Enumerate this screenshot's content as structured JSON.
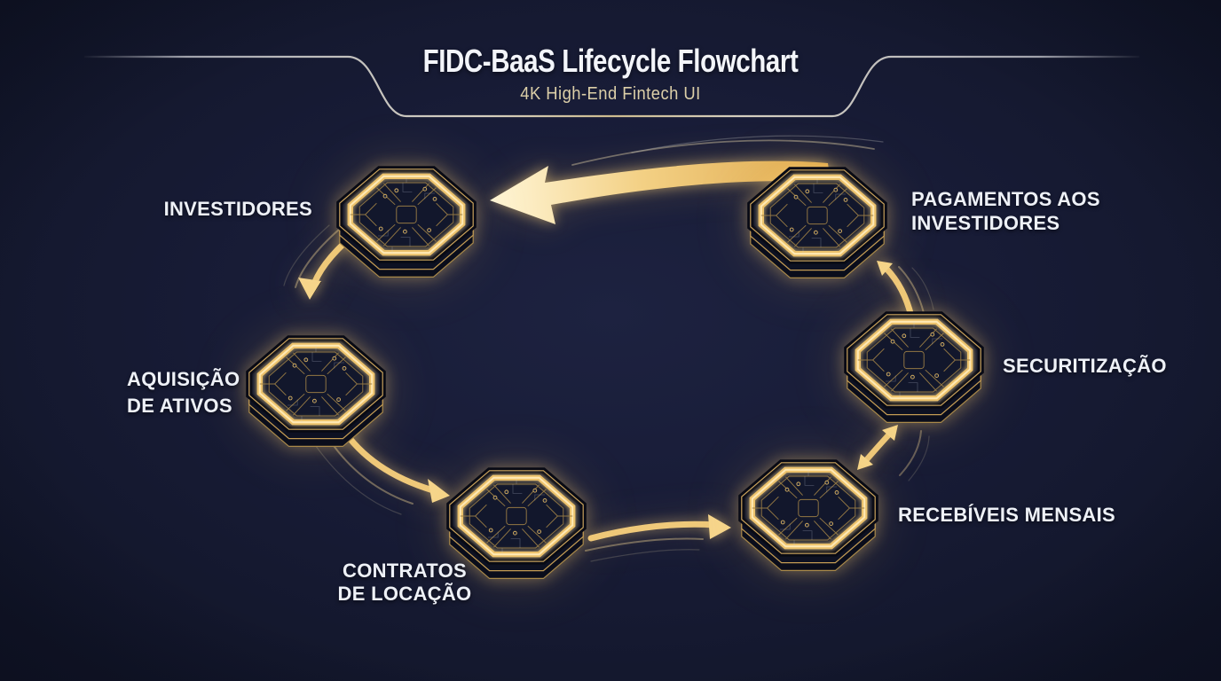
{
  "header": {
    "title": "FIDC-BaaS Lifecycle Flowchart",
    "subtitle": "4K High-End Fintech UI"
  },
  "nodes": [
    {
      "id": "investidores",
      "lines": [
        "INVESTIDORES"
      ]
    },
    {
      "id": "aquisicao-de-ativos",
      "lines": [
        "AQUISIÇÃO",
        "DE ATIVOS"
      ]
    },
    {
      "id": "contratos-de-locacao",
      "lines": [
        "CONTRATOS",
        "DE LOCAÇÃO"
      ]
    },
    {
      "id": "recebiveis-mensais",
      "lines": [
        "RECEBÍVEIS MENSAIS"
      ]
    },
    {
      "id": "securitizacao",
      "lines": [
        "SECURITIZAÇÃO"
      ]
    },
    {
      "id": "pagamentos-aos-investidores",
      "lines": [
        "PAGAMENTOS AOS",
        "INVESTIDORES"
      ]
    }
  ],
  "flow": {
    "edges": [
      {
        "from": "investidores",
        "to": "aquisicao-de-ativos",
        "bidirectional": false
      },
      {
        "from": "aquisicao-de-ativos",
        "to": "contratos-de-locacao",
        "bidirectional": false
      },
      {
        "from": "contratos-de-locacao",
        "to": "recebiveis-mensais",
        "bidirectional": false
      },
      {
        "from": "recebiveis-mensais",
        "to": "securitizacao",
        "bidirectional": true
      },
      {
        "from": "securitizacao",
        "to": "pagamentos-aos-investidores",
        "bidirectional": false
      },
      {
        "from": "pagamentos-aos-investidores",
        "to": "investidores",
        "bidirectional": false
      }
    ]
  },
  "colors": {
    "background": "#161a32",
    "gold": "#eec26e",
    "gold_bright": "#ffe9b4",
    "label_text": "#eef1f7",
    "subtitle_gold": "#dccfa8"
  }
}
